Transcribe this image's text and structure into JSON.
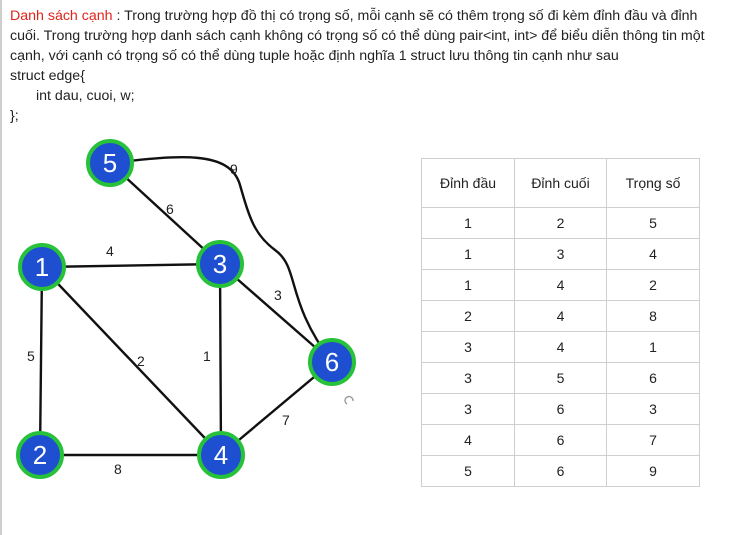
{
  "intro": {
    "term": "Danh sách cạnh",
    "line1_rest": " : Trong trường hợp đồ thị có trọng số, mỗi cạnh sẽ có thêm trọng số đi kèm đỉnh đầu và đỉnh cuối. Trong trường hợp danh sách cạnh không có trọng số có thể dùng pair<int, int> để biểu diễn thông tin một cạnh, với cạnh có trọng số có thể dùng tuple hoặc định nghĩa 1 struct lưu thông tin cạnh như sau",
    "code": [
      "struct edge{",
      "int dau, cuoi, w;",
      "};"
    ]
  },
  "graph": {
    "nodes": [
      "5",
      "1",
      "3",
      "6",
      "2",
      "4"
    ],
    "weights": {
      "e53": "6",
      "e56": "9",
      "e13": "4",
      "e12": "5",
      "e14": "2",
      "e34": "1",
      "e36": "3",
      "e24": "8",
      "e46": "7"
    },
    "colors": {
      "node_fill": "#1f4fd1",
      "node_ring": "#27c23a",
      "edge": "#111111"
    }
  },
  "table": {
    "headers": [
      "Đỉnh đầu",
      "Đỉnh cuối",
      "Trọng số"
    ],
    "rows": [
      [
        "1",
        "2",
        "5"
      ],
      [
        "1",
        "3",
        "4"
      ],
      [
        "1",
        "4",
        "2"
      ],
      [
        "2",
        "4",
        "8"
      ],
      [
        "3",
        "4",
        "1"
      ],
      [
        "3",
        "5",
        "6"
      ],
      [
        "3",
        "6",
        "3"
      ],
      [
        "4",
        "6",
        "7"
      ],
      [
        "5",
        "6",
        "9"
      ]
    ]
  },
  "icons": {
    "cursor": "loading-cursor-icon"
  },
  "colors": {
    "term": "#e0241b",
    "text": "#222222",
    "table_border": "#cfcfcf"
  }
}
